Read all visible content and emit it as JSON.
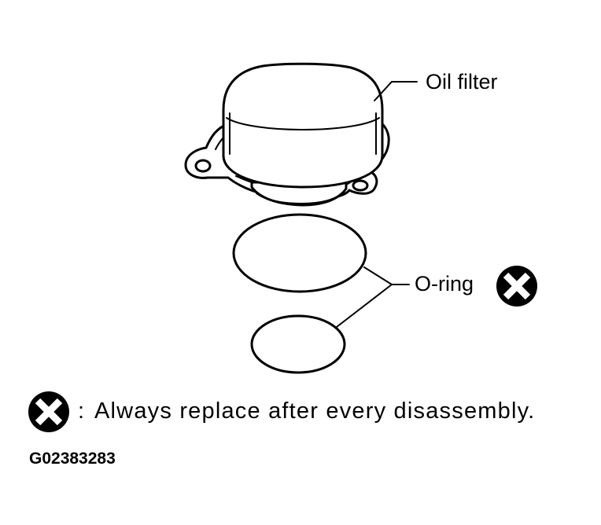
{
  "labels": {
    "oil_filter": "Oil filter",
    "o_ring": "O-ring"
  },
  "legend": {
    "separator": ":",
    "text": "Always replace after every disassembly."
  },
  "figure_code": "G02383283",
  "icons": {
    "replace_mark": "x-circle-icon"
  },
  "colors": {
    "line": "#000000",
    "background": "#ffffff"
  }
}
